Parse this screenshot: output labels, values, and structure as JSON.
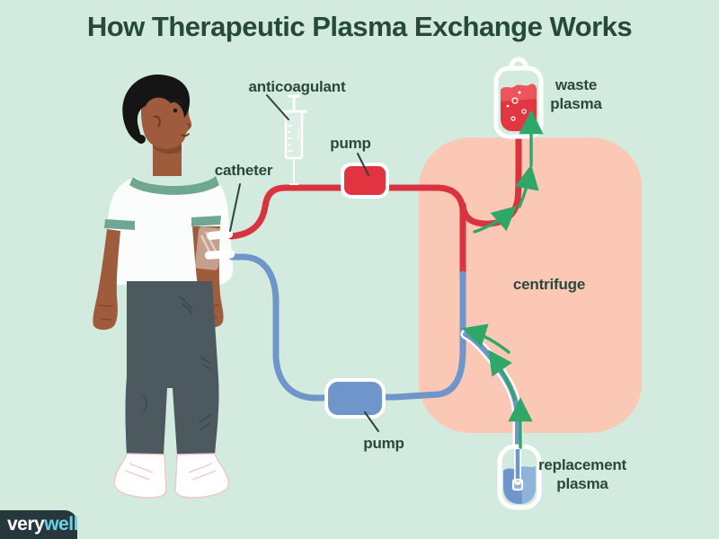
{
  "title": "How Therapeutic Plasma Exchange Works",
  "labels": {
    "anticoagulant": "anticoagulant",
    "catheter": "catheter",
    "pump_top": "pump",
    "pump_bottom": "pump",
    "centrifuge": "centrifuge",
    "waste_plasma": [
      "waste",
      "plasma"
    ],
    "replacement_plasma": [
      "replacement",
      "plasma"
    ]
  },
  "logo": {
    "prefix": "very",
    "suffix": "well"
  },
  "icons": [
    "patient-figure",
    "syringe-icon",
    "catheter-connector-icon",
    "pump-icon-red",
    "pump-icon-blue",
    "waste-plasma-bag-icon",
    "replacement-plasma-bag-icon",
    "flow-arrow-icon",
    "centrifuge-chamber"
  ],
  "colors": {
    "background": "#d2ebde",
    "centrifuge_fill": "#fcc8b6",
    "blood_line_red": "#d93340",
    "return_line_blue": "#6e96cb",
    "flow_arrow_green": "#2ea768",
    "title_text": "#26493b",
    "label_text": "#2c473c",
    "logo_background": "#27383d",
    "logo_accent": "#6fd0e8",
    "skin": "#9e5c3c",
    "pants": "#4c5a5f",
    "shirt_trim": "#6fa891"
  }
}
